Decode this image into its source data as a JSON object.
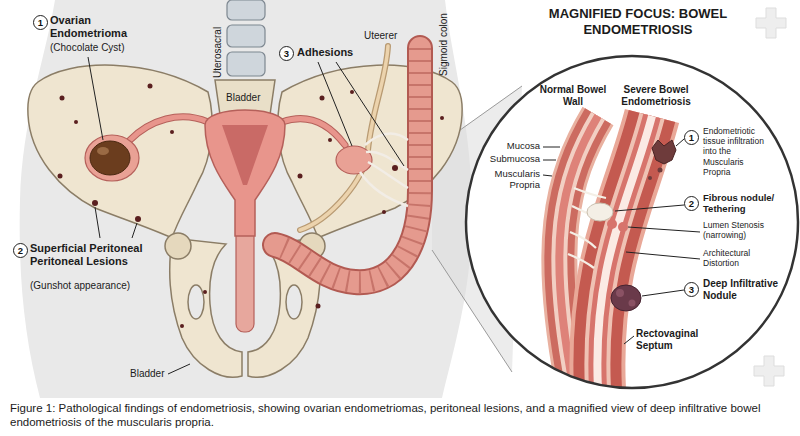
{
  "diagram": {
    "caption": "Figure 1: Pathological findings of endometriosis, showing ovarian endometriomas, peritoneal lesions, and a magnified view of deep infiltrative bowel endometriosis of the muscularis propria.",
    "labels": [
      "MAGNIFIED FOCUS: BOWEL ENDOMETRIOSIS",
      "1",
      "Ovarian Endometrioma",
      "(Chocolate Cyst)",
      "Uterosacral",
      "Bladder",
      "3",
      "Adhesions",
      "Uteerer",
      "Sigmoid colon",
      "2",
      "Superficial Peritoneal Peritoneal Lesions",
      "(Gunshot appearance)",
      "Bladder",
      "Normal Bowel Wall",
      "Severe Bowel Endometriosis",
      "Mucosa",
      "Submucosa",
      "Muscularis Propria",
      "1",
      "Endometriotic tissue infiltration into the Muscularis Propria",
      "2",
      "Fibrous nodule/ Tethering",
      "Lumen Stenosis (narrowing)",
      "Architectural Distortion",
      "3",
      "Deep Infiltrative Nodule",
      "Rectovaginal Septum"
    ]
  }
}
